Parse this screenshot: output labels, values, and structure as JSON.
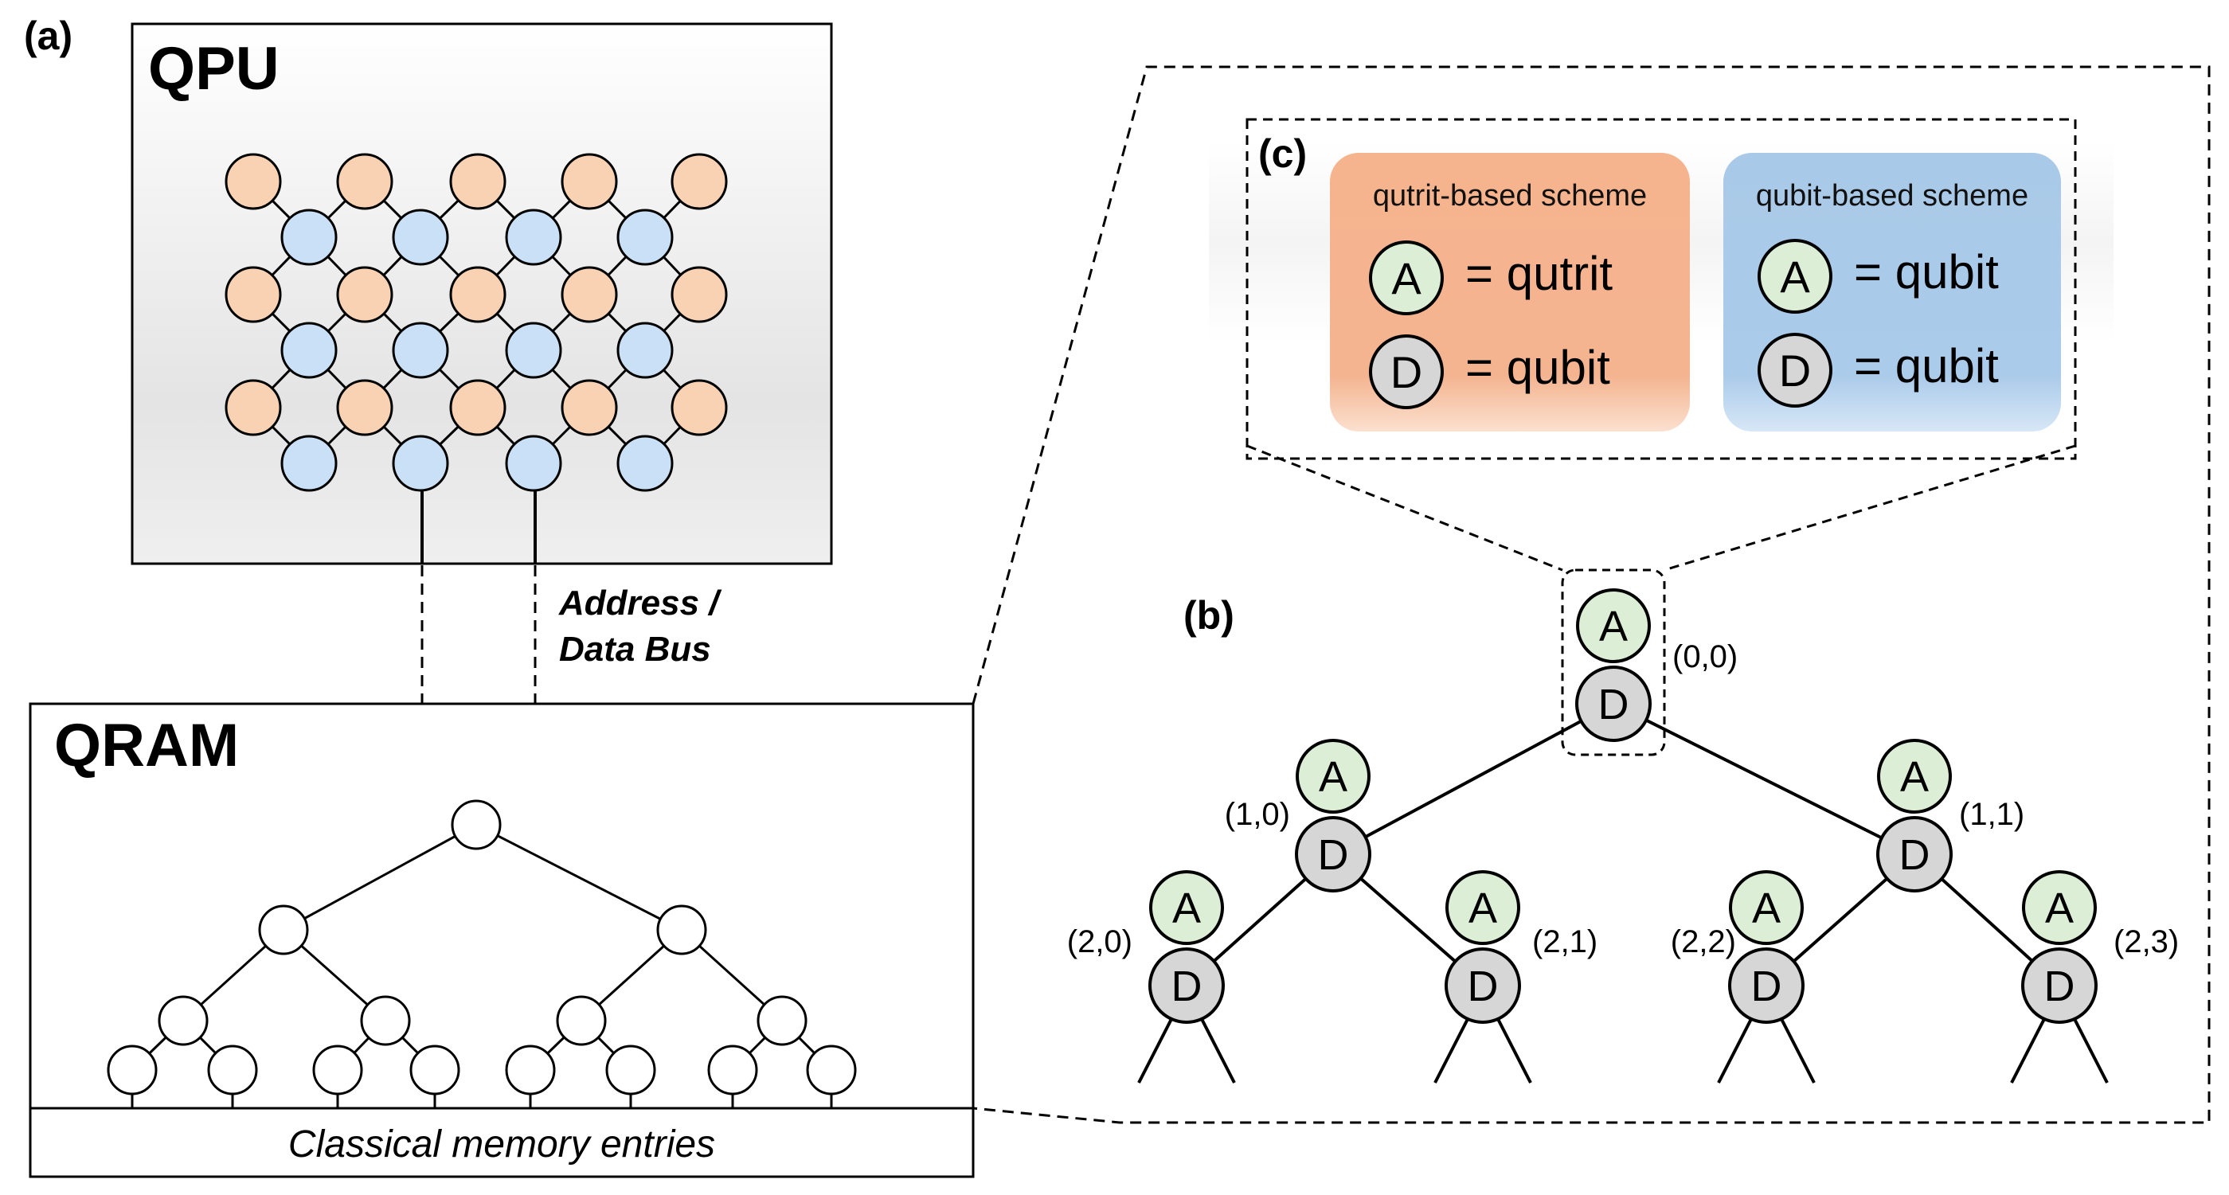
{
  "panels": {
    "a": "(a)",
    "b": "(b)",
    "c": "(c)"
  },
  "qpu": {
    "title": "QPU"
  },
  "qram": {
    "title": "QRAM",
    "memory_label": "Classical memory entries"
  },
  "bus": {
    "line1": "Address /",
    "line2": "Data Bus"
  },
  "router": {
    "address_letter": "A",
    "data_letter": "D",
    "nodes": [
      {
        "coord": "(0,0)"
      },
      {
        "coord": "(1,0)"
      },
      {
        "coord": "(1,1)"
      },
      {
        "coord": "(2,0)"
      },
      {
        "coord": "(2,1)"
      },
      {
        "coord": "(2,2)"
      },
      {
        "coord": "(2,3)"
      }
    ]
  },
  "schemes": {
    "qutrit": {
      "title": "qutrit-based scheme",
      "a_letter": "A",
      "a_eq": "= qutrit",
      "d_letter": "D",
      "d_eq": "= qubit"
    },
    "qubit": {
      "title": "qubit-based scheme",
      "a_letter": "A",
      "a_eq": "= qubit",
      "d_letter": "D",
      "d_eq": "= qubit"
    }
  },
  "colors": {
    "qpu_orange": "#f9d2b4",
    "qpu_blue": "#c9e0f7",
    "address_green": "#dcefd6",
    "data_gray": "#d6d6d6",
    "qutrit_box": "#f5b48e",
    "qubit_box": "#a8c8e6"
  }
}
